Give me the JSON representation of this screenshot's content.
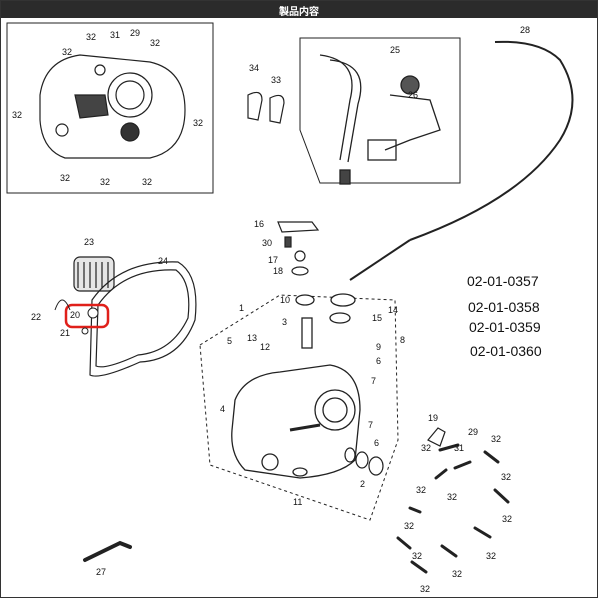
{
  "header": {
    "title": "製品内容"
  },
  "part_codes": [
    "02-01-0357",
    "02-01-0358",
    "02-01-0359",
    "02-01-0360"
  ],
  "callouts": {
    "inset": [
      "32",
      "32",
      "31",
      "29",
      "32",
      "32",
      "32",
      "32",
      "32",
      "32"
    ],
    "cable": [
      "28"
    ],
    "lever": [
      "25",
      "26"
    ],
    "clamps": [
      "34",
      "33"
    ],
    "linkage": [
      "16",
      "30",
      "17",
      "18"
    ],
    "filter": [
      "23",
      "24",
      "22",
      "20",
      "21"
    ],
    "cover_left": [
      "1",
      "5",
      "13",
      "12",
      "3",
      "10",
      "4"
    ],
    "cover_right": [
      "14",
      "15",
      "8",
      "9",
      "6",
      "7",
      "7",
      "6",
      "2",
      "11"
    ],
    "bolts_right": [
      "19",
      "31",
      "29",
      "32",
      "32",
      "32",
      "32",
      "32",
      "32",
      "32",
      "32",
      "32",
      "32",
      "32"
    ],
    "tool": [
      "27"
    ]
  },
  "colors": {
    "highlight": "#e0201a",
    "line": "#222222",
    "header_bg": "#2b2b2b"
  }
}
